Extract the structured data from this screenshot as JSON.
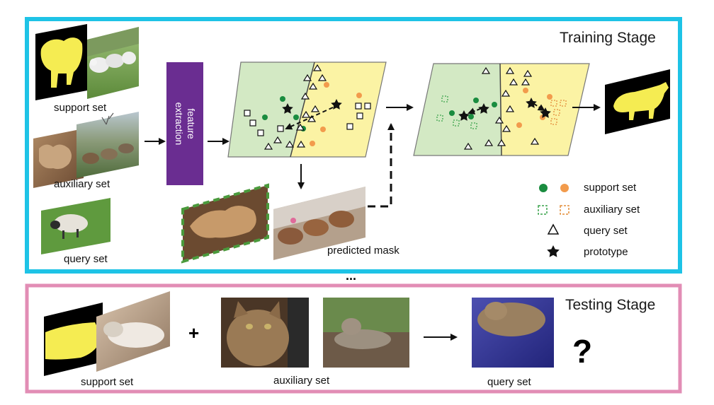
{
  "training": {
    "title": "Training Stage",
    "support_label": "support set",
    "auxiliary_label": "auxiliary set",
    "query_label": "query set",
    "feature_label": "feature extraction",
    "predicted_mask_label": "predicted mask"
  },
  "legend": {
    "support": "support set",
    "auxiliary": "auxiliary set",
    "query": "query set",
    "prototype": "prototype"
  },
  "ellipsis": "...",
  "testing": {
    "title": "Testing Stage",
    "support_label": "support set",
    "plus": "+",
    "auxiliary_label": "auxiliary set",
    "query_label": "query set",
    "question": "?"
  },
  "colors": {
    "training_border": "#1ec3e6",
    "testing_border": "#e28db5",
    "feature_box": "#6a2d91",
    "mask_yellow": "#f5ec52",
    "green_region": "#d3e9c4",
    "yellow_region": "#fbf3a4",
    "support_green": "#1a8c3f",
    "support_orange": "#f29b4c",
    "aux_green_dash": "#3aa34b",
    "aux_orange_dash": "#e38d3a"
  }
}
